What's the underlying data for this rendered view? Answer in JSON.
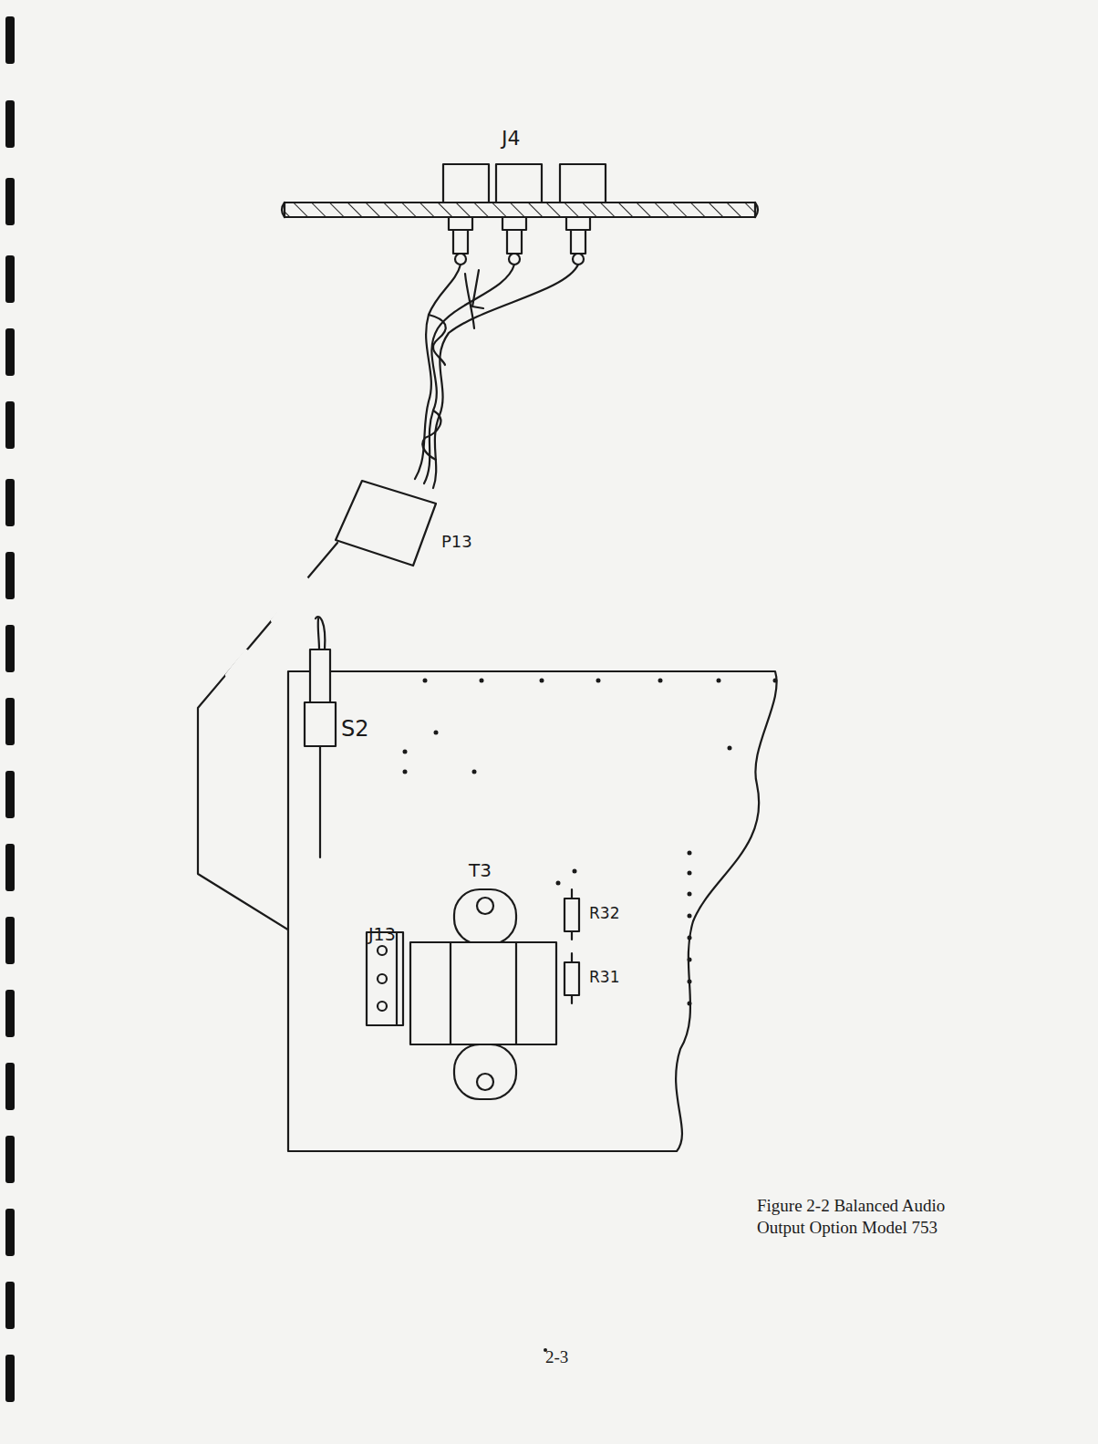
{
  "diagram": {
    "caption": "Figure 2-2 Balanced Audio Output Option Model 753",
    "labels": [
      "J4",
      "P13",
      "S2",
      "T3",
      "J13",
      "R32",
      "R31",
      "2-3"
    ]
  }
}
